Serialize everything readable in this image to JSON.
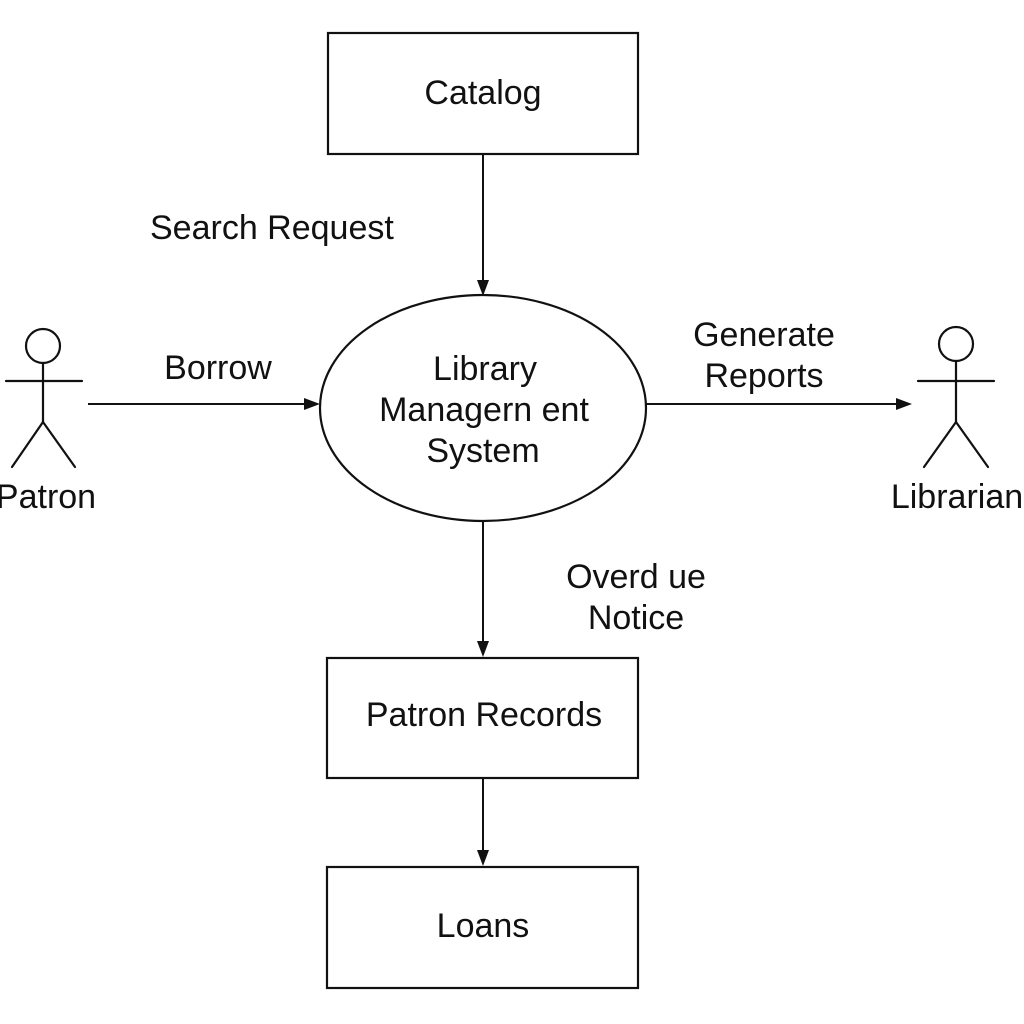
{
  "process": {
    "lines": [
      "Library",
      "Managern ent",
      "System"
    ]
  },
  "stores": {
    "catalog": "Catalog",
    "patron_records": "Patron Records",
    "loans": "Loans"
  },
  "actors": {
    "patron": "Patron",
    "librarian": "Librarian"
  },
  "flows": {
    "search_request": "Search Request",
    "borrow": "Borrow",
    "generate_reports": [
      "Generate",
      "Reports"
    ],
    "overdue_notice": [
      "Overd ue",
      "Notice"
    ]
  }
}
